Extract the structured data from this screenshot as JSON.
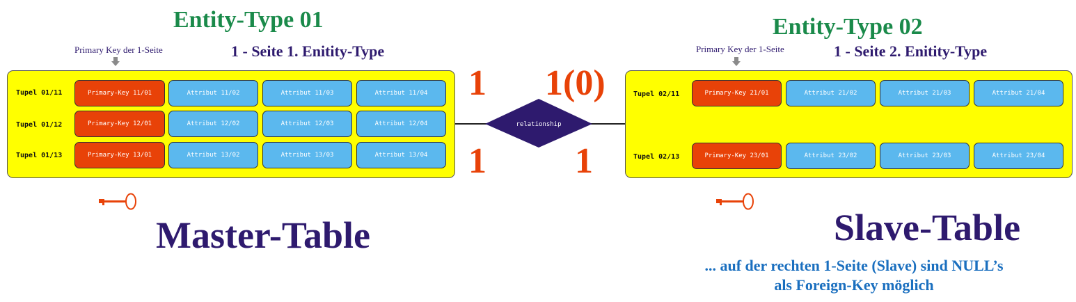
{
  "left": {
    "title": "Entity-Type 01",
    "pk_label": "Primary Key der 1-Seite",
    "subtitle": "1 - Seite 1. Enitity-Type",
    "rows": [
      {
        "label": "Tupel 01/11",
        "cells": [
          "Primary-Key 11/01",
          "Attribut 11/02",
          "Attribut 11/03",
          "Attribut 11/04"
        ]
      },
      {
        "label": "Tupel 01/12",
        "cells": [
          "Primary-Key 12/01",
          "Attribut 12/02",
          "Attribut 12/03",
          "Attribut 12/04"
        ]
      },
      {
        "label": "Tupel 01/13",
        "cells": [
          "Primary-Key 13/01",
          "Attribut 13/02",
          "Attribut 13/03",
          "Attribut 13/04"
        ]
      }
    ],
    "table_title": "Master-Table",
    "cardinality_top": "1",
    "cardinality_bottom": "1"
  },
  "right": {
    "title": "Entity-Type 02",
    "pk_label": "Primary Key der 1-Seite",
    "subtitle": "1 - Seite 2. Enitity-Type",
    "rows": [
      {
        "label": "Tupel 02/11",
        "cells": [
          "Primary-Key 21/01",
          "Attribut 21/02",
          "Attribut 21/03",
          "Attribut 21/04"
        ]
      },
      {
        "label": "Tupel 02/13",
        "cells": [
          "Primary-Key 23/01",
          "Attribut 23/02",
          "Attribut 23/03",
          "Attribut 23/04"
        ]
      }
    ],
    "table_title": "Slave-Table",
    "cardinality_top": "1(0)",
    "cardinality_bottom": "1"
  },
  "relationship": "relationship",
  "note_line1": "... auf der rechten 1-Seite (Slave) sind NULL’s",
  "note_line2": "als Foreign-Key möglich",
  "icons": [
    "key-icon",
    "key-icon"
  ],
  "colors": {
    "title_green": "#1a8a4a",
    "dark_purple": "#2e1a6e",
    "entity_yellow": "#ffff00",
    "primary_key_red": "#e84208",
    "attribute_blue": "#5bb8ee",
    "note_blue": "#1a6fbf"
  }
}
